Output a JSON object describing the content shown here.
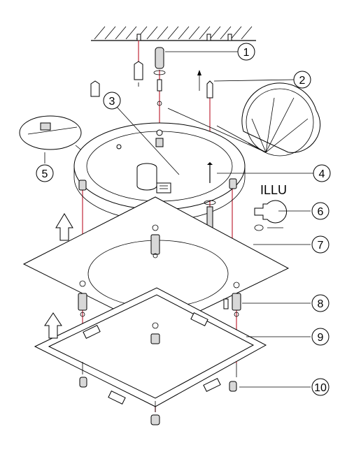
{
  "diagram": {
    "illu_label": "ILLU",
    "callouts": [
      {
        "id": "1",
        "label": "1"
      },
      {
        "id": "2",
        "label": "2"
      },
      {
        "id": "3",
        "label": "3"
      },
      {
        "id": "4",
        "label": "4"
      },
      {
        "id": "5",
        "label": "5"
      },
      {
        "id": "6",
        "label": "6"
      },
      {
        "id": "7",
        "label": "7"
      },
      {
        "id": "8",
        "label": "8"
      },
      {
        "id": "9",
        "label": "9"
      },
      {
        "id": "10",
        "label": "10"
      }
    ],
    "colors": {
      "line": "#000000",
      "guide_red": "#c0283a",
      "background": "#ffffff"
    }
  }
}
